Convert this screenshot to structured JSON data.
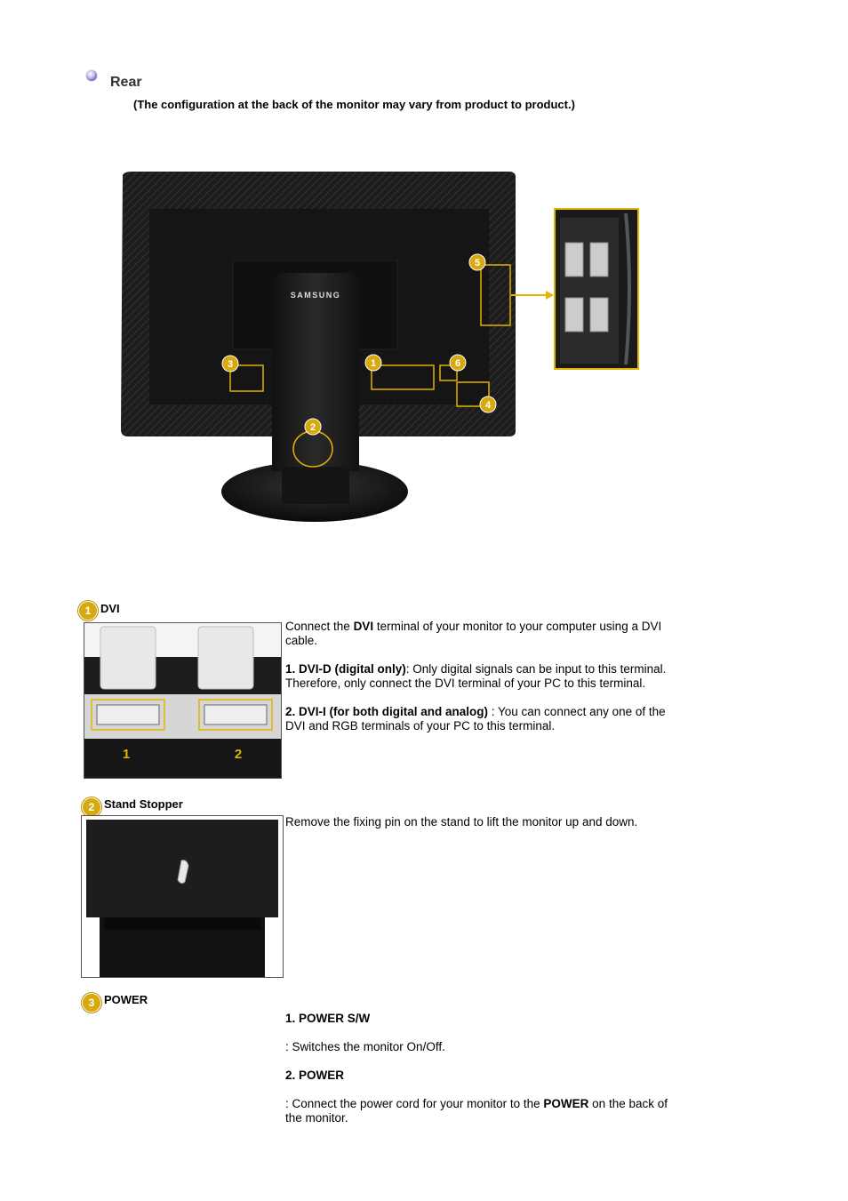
{
  "header": {
    "title": "Rear",
    "note": "(The configuration at the back of the monitor may vary from product to product.)"
  },
  "monitor_image": {
    "brand": "SAMSUNG",
    "callouts": [
      "1",
      "2",
      "3",
      "4",
      "5",
      "6"
    ]
  },
  "sections": [
    {
      "number": "1",
      "label": "DVI",
      "image_labels": [
        "1",
        "2"
      ],
      "lines": [
        {
          "pre": "Connect the ",
          "bold": "DVI",
          "post": " terminal of your monitor to your computer using a DVI cable."
        },
        {
          "pre": "",
          "bold": "1. DVI-D (digital only)",
          "post": ": Only digital signals can be input to this terminal. Therefore, only connect the DVI terminal of your PC to this terminal."
        },
        {
          "pre": "",
          "bold": "2. DVI-I (for both digital and analog)",
          "post": " : You can connect any one of the DVI and RGB terminals of your PC to this terminal."
        }
      ]
    },
    {
      "number": "2",
      "label": "Stand Stopper",
      "text": "Remove the fixing pin on the stand to lift the monitor up and down."
    },
    {
      "number": "3",
      "label": "POWER",
      "item1_title": "1. POWER S/W",
      "item1_text": ": Switches the monitor On/Off.",
      "item2_title": "2. POWER",
      "item2_pre": ": Connect the power cord for your monitor to the ",
      "item2_bold": "POWER",
      "item2_post": " on the back of the monitor."
    }
  ],
  "colors": {
    "badge": "#d8a90f",
    "highlight": "#e0b400",
    "title_text": "#333333"
  }
}
